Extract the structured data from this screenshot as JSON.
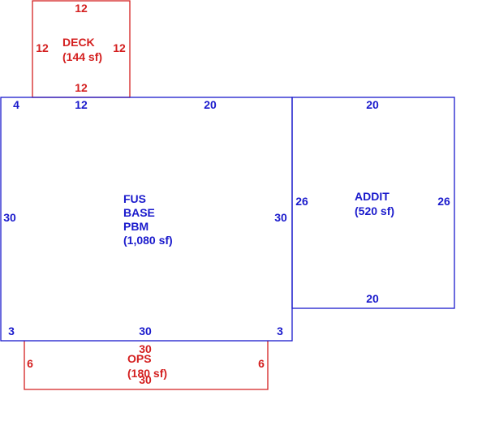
{
  "colors": {
    "main_structure": "#1a1acc",
    "accessory_structure": "#d42020",
    "background": "#ffffff"
  },
  "areas": {
    "deck": {
      "name": "DECK",
      "area": "(144 sf)",
      "dim_top": "12",
      "dim_left": "12",
      "dim_right": "12",
      "dim_bottom": "12"
    },
    "base": {
      "line1": "FUS",
      "line2": "BASE",
      "line3": "PBM",
      "area": "(1,080 sf)",
      "dim_top_left": "4",
      "dim_top_mid": "12",
      "dim_top_right": "20",
      "dim_left": "30",
      "dim_right": "30",
      "dim_bottom_left": "3",
      "dim_bottom": "30",
      "dim_bottom_right": "3"
    },
    "addition": {
      "name": "ADDIT",
      "area": "(520 sf)",
      "dim_top": "20",
      "dim_left": "26",
      "dim_right": "26",
      "dim_bottom": "20"
    },
    "ops": {
      "name": "OPS",
      "area": "(180 sf)",
      "dim_top": "30",
      "dim_left": "6",
      "dim_right": "6",
      "dim_bottom": "30"
    }
  }
}
